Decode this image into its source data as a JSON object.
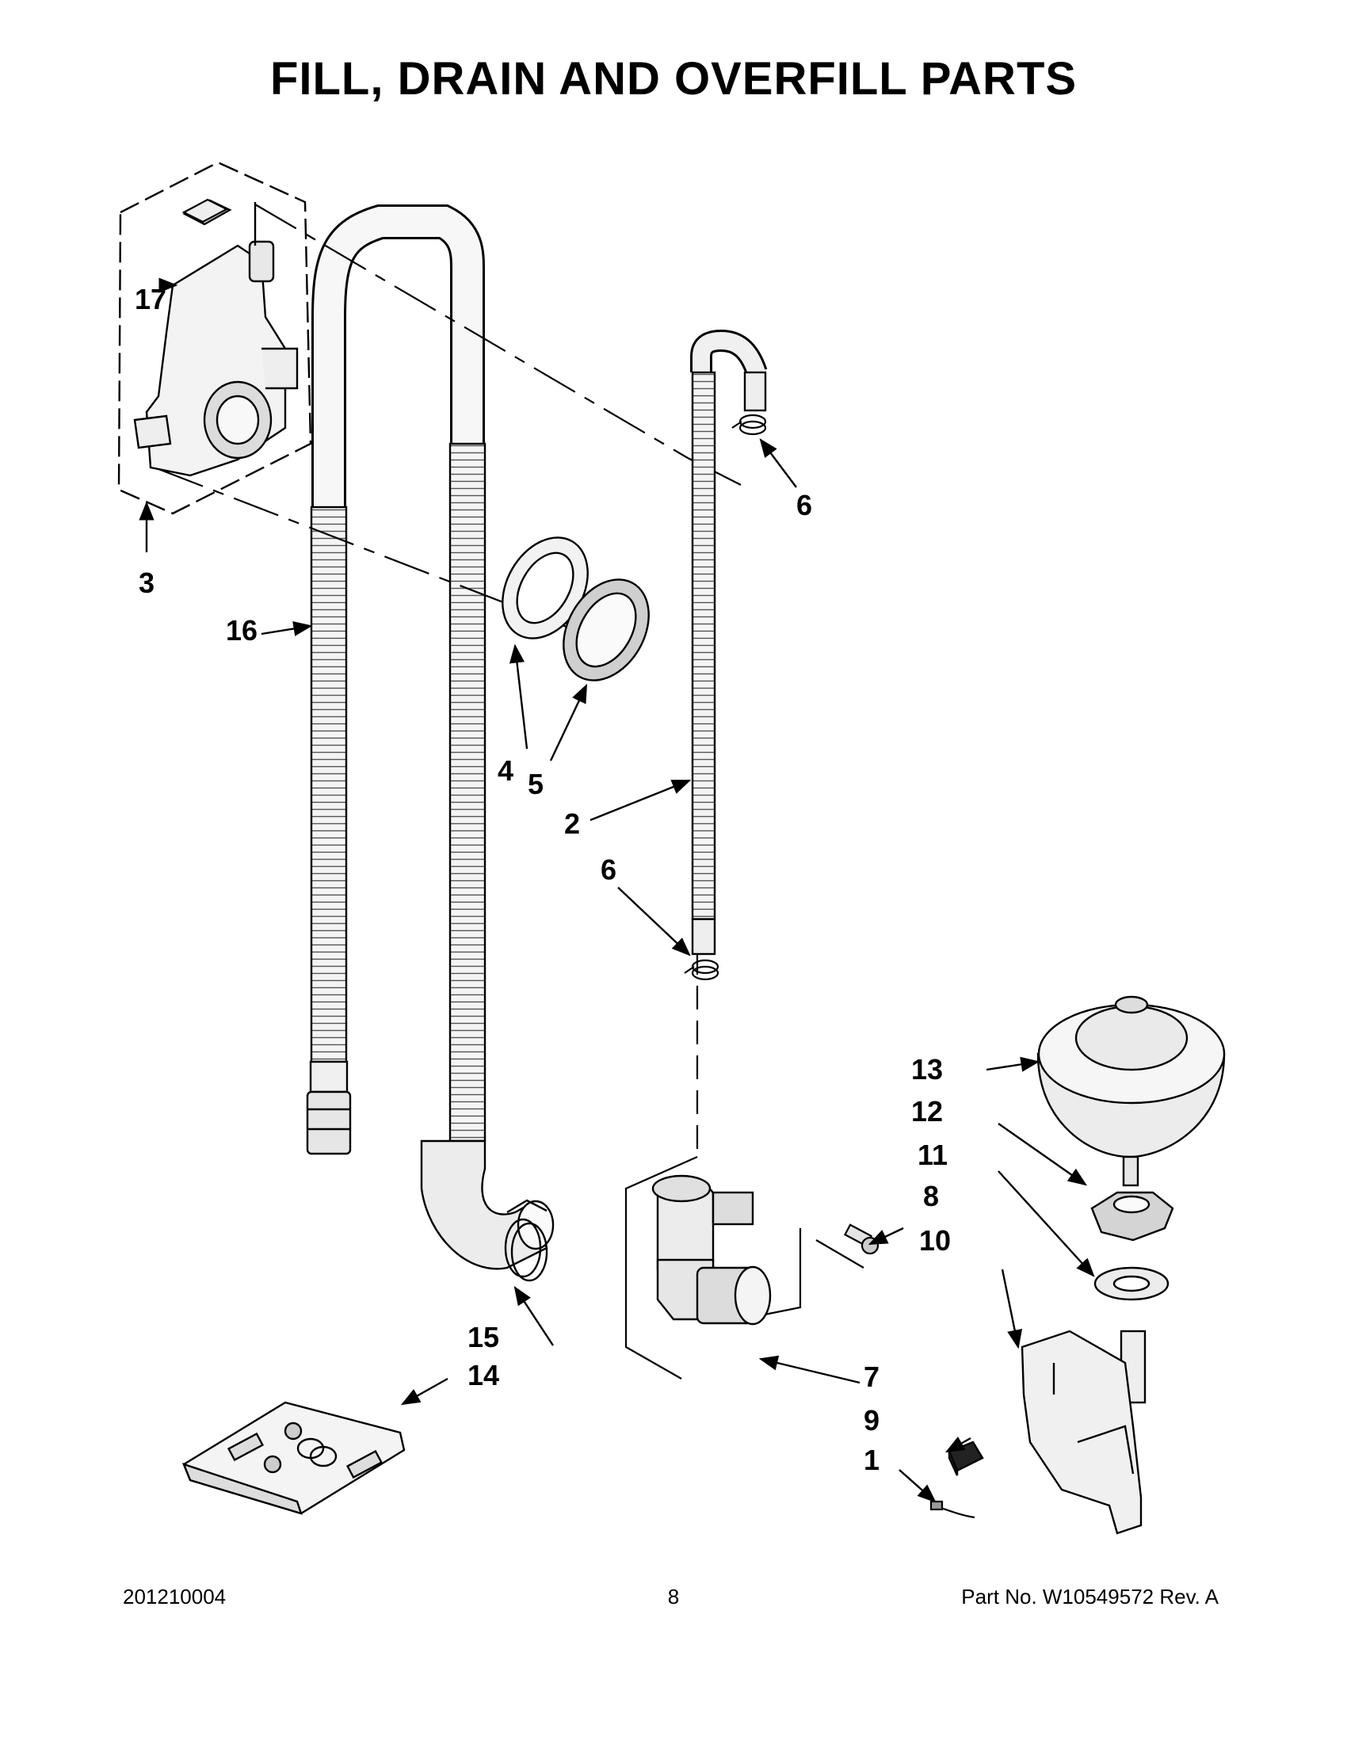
{
  "page": {
    "title": "FILL, DRAIN AND OVERFILL PARTS"
  },
  "callouts": {
    "p1": "1",
    "p2": "2",
    "p3": "3",
    "p4": "4",
    "p5": "5",
    "p6a": "6",
    "p6b": "6",
    "p7": "7",
    "p8": "8",
    "p9": "9",
    "p10": "10",
    "p11": "11",
    "p12": "12",
    "p13": "13",
    "p14": "14",
    "p15": "15",
    "p16": "16",
    "p17": "17"
  },
  "footer": {
    "doc_code": "201210004",
    "page_number": "8",
    "part_number": "Part No.  W10549572  Rev.  A"
  }
}
